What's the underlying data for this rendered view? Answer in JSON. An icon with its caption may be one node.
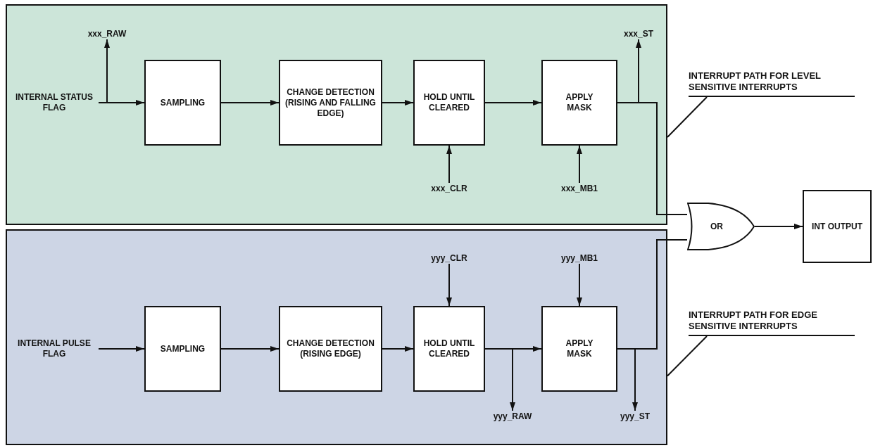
{
  "diagram": {
    "nodes": [
      {
        "text": [],
        "shape": "box"
      },
      {
        "text": [
          "INTERNAL STATUS FLAG"
        ],
        "in": 0
      },
      {
        "text": [
          "xxx_RAW"
        ],
        "in": 0
      },
      {
        "text": [
          "SAMPLING"
        ],
        "in": 0
      },
      {
        "text": [
          "CHANGE DETECTION (RISING AND FALLING EDGE)"
        ],
        "in": 0
      },
      {
        "text": [
          "HOLD UNTIL CLEARED"
        ],
        "in": 0
      },
      {
        "text": [
          "xxx_CLR"
        ],
        "in": 0
      },
      {
        "text": [
          "APPLY MASK"
        ],
        "in": 0
      },
      {
        "text": [
          "xxx_MB1"
        ],
        "in": 0
      },
      {
        "text": [
          "xxx_ST"
        ],
        "in": 0
      },
      {
        "text": [],
        "shape": "box"
      },
      {
        "text": [
          "INTERNAL PULSE FLAG"
        ],
        "in": 10
      },
      {
        "text": [
          "SAMPLING"
        ],
        "in": 10
      },
      {
        "text": [
          "CHANGE DETECTION (RISING EDGE)"
        ],
        "in": 10
      },
      {
        "text": [
          "yyy_CLR"
        ],
        "in": 10
      },
      {
        "text": [
          "HOLD UNTIL CLEARED"
        ],
        "in": 10
      },
      {
        "text": [
          "yyy_RAW"
        ],
        "in": 10
      },
      {
        "text": [
          "yyy_MB1"
        ],
        "in": 10
      },
      {
        "text": [
          "APPLY MASK"
        ],
        "in": 10
      },
      {
        "text": [
          "yyy_ST"
        ],
        "in": 10
      },
      {
        "text": [
          "OR"
        ]
      },
      {
        "text": [
          "INT OUTPUT"
        ]
      },
      {
        "text": [
          "INTERRUPT PATH FOR LEVEL SENSITIVE INTERRUPTS"
        ]
      },
      {
        "text": [
          "INTERRUPT PATH FOR EDGE SENSITIVE INTERRUPTS"
        ]
      }
    ],
    "edges": [
      {
        "from": 1,
        "to": 3,
        "arrow": "to"
      },
      {
        "from": 1,
        "to": 2,
        "arrow": "to"
      },
      {
        "from": 3,
        "to": 4,
        "arrow": "to"
      },
      {
        "from": 4,
        "to": 5,
        "arrow": "to"
      },
      {
        "from": 5,
        "to": 7,
        "arrow": "to"
      },
      {
        "from": 6,
        "to": 5,
        "arrow": "to"
      },
      {
        "from": 8,
        "to": 7,
        "arrow": "to"
      },
      {
        "from": 7,
        "to": 9,
        "arrow": "to"
      },
      {
        "from": 7,
        "to": 20,
        "arrow": "none"
      },
      {
        "from": 11,
        "to": 12,
        "arrow": "to"
      },
      {
        "from": 12,
        "to": 13,
        "arrow": "to"
      },
      {
        "from": 13,
        "to": 15,
        "arrow": "to"
      },
      {
        "from": 14,
        "to": 15,
        "arrow": "to"
      },
      {
        "from": 15,
        "to": 18,
        "arrow": "to"
      },
      {
        "from": 15,
        "to": 16,
        "arrow": "to"
      },
      {
        "from": 17,
        "to": 18,
        "arrow": "to"
      },
      {
        "from": 18,
        "to": 19,
        "arrow": "to"
      },
      {
        "from": 18,
        "to": 20,
        "arrow": "none"
      },
      {
        "from": 20,
        "to": 21,
        "arrow": "to"
      },
      {
        "from": 22,
        "to": 0,
        "arrow": "none"
      },
      {
        "from": 23,
        "to": 10,
        "arrow": "none"
      }
    ]
  }
}
